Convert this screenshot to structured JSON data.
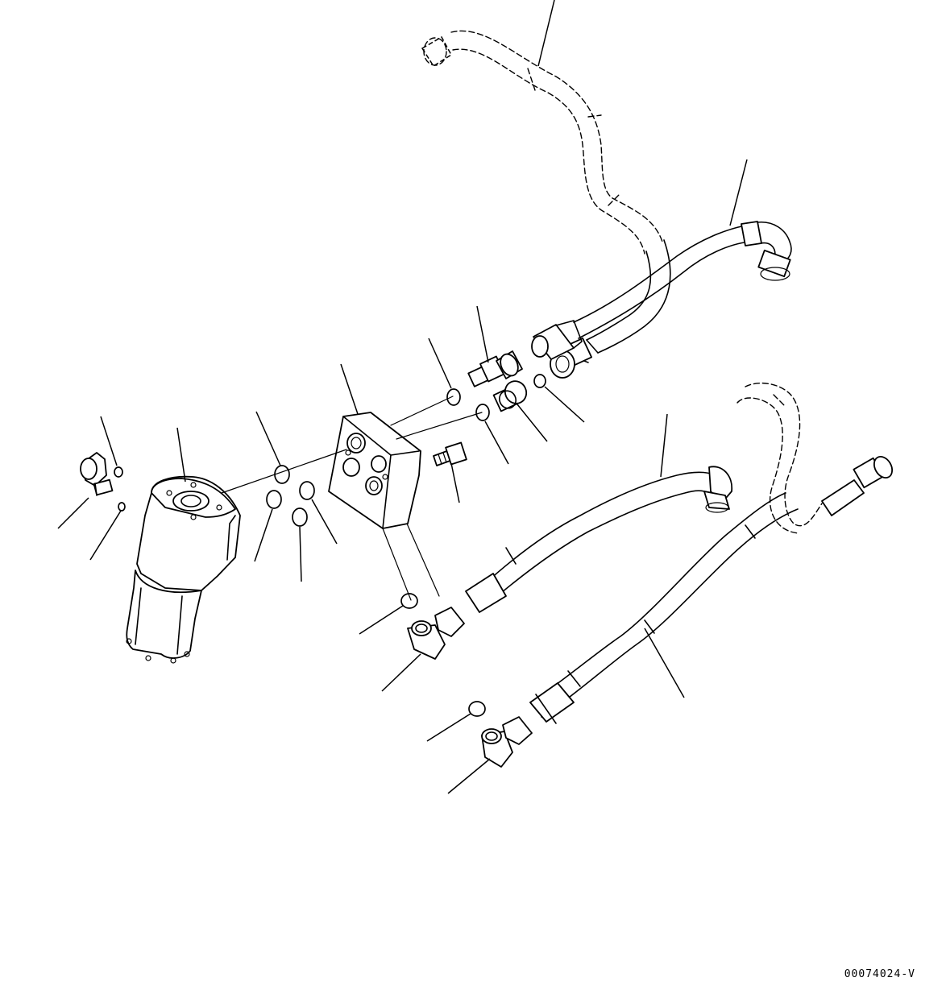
{
  "drawing": {
    "drawing_number": "00074024-V"
  },
  "parts": [
    {
      "id": "steering-unit",
      "kind": "orbitrol steering unit"
    },
    {
      "id": "manifold-block",
      "kind": "valve block"
    },
    {
      "id": "hoses",
      "kind": "hydraulic hose"
    },
    {
      "id": "elbows",
      "kind": "elbow fitting"
    },
    {
      "id": "o-rings",
      "kind": "o-ring"
    },
    {
      "id": "connectors",
      "kind": "straight connector"
    },
    {
      "id": "bolt",
      "kind": "bolt"
    }
  ]
}
